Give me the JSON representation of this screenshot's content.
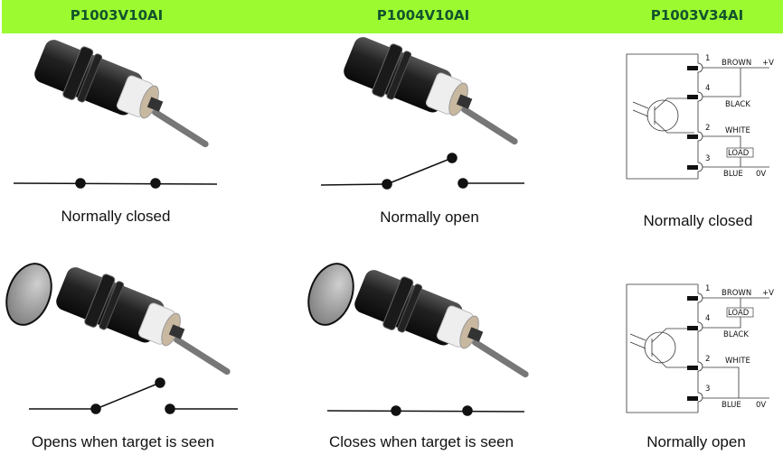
{
  "header": {
    "columns": [
      "P1003V10AI",
      "P1004V10AI",
      "P1003V34AI"
    ]
  },
  "captions": {
    "c1": "Normally closed",
    "c2": "Normally open",
    "c3": "Normally closed",
    "c4": "Opens when target is seen",
    "c5": "Closes when target is seen",
    "c6": "Normally open"
  },
  "wiring": {
    "pins": [
      "1",
      "4",
      "2",
      "3"
    ],
    "brown": "BROWN",
    "plus_v": "+V",
    "black": "BLACK",
    "white": "WHITE",
    "blue": "BLUE",
    "zero_v": "0V",
    "load": "LOAD"
  },
  "colors": {
    "header_bg": "#9bfb30",
    "header_text": "#14532d"
  }
}
